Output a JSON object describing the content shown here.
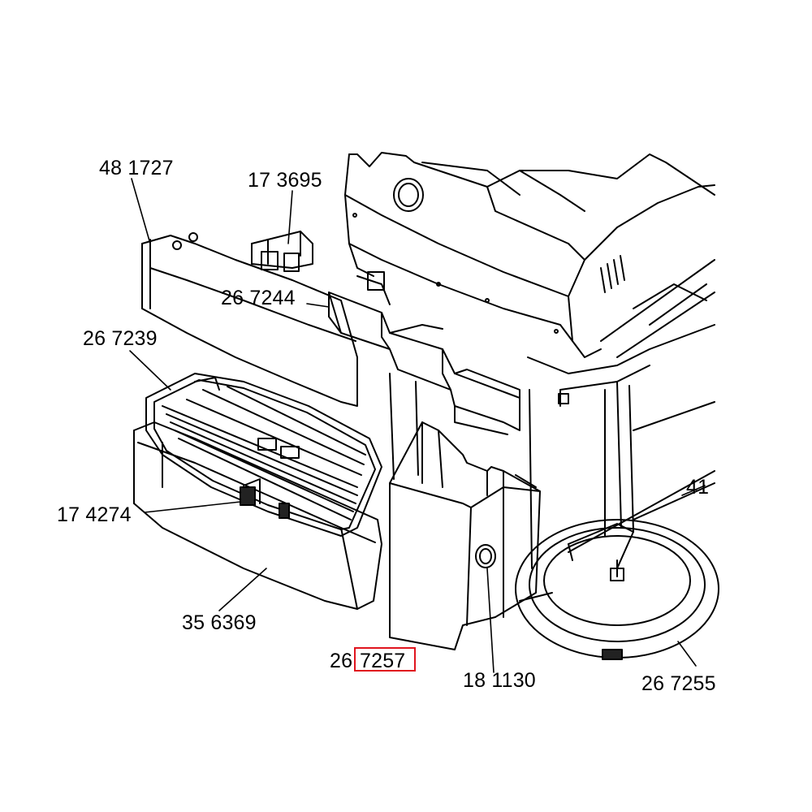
{
  "labels": {
    "p481727": "48 1727",
    "p173695": "17 3695",
    "p267244": "26 7244",
    "p267239": "26 7239",
    "p174274": "17 4274",
    "p356369": "35 6369",
    "p26_7257_prefix": "26",
    "p26_7257_highlight": "7257",
    "p181130": "18 1130",
    "p267255": "26 7255",
    "p41": "41"
  },
  "highlight": {
    "color": "#e0141e",
    "part": "7257"
  }
}
